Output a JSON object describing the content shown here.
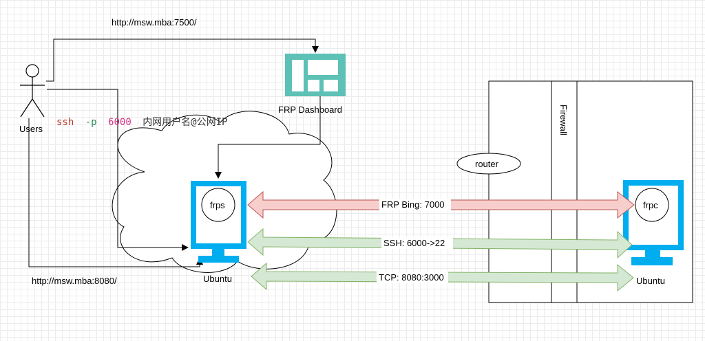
{
  "actor": {
    "label": "Users"
  },
  "urls": {
    "dashboard_url": "http://msw.mba:7500/",
    "web_url": "http://msw.mba:8080/"
  },
  "ssh_command": {
    "cmd": "ssh",
    "flag": "-p",
    "port": "6000",
    "rest": "内网用户名@公网IP"
  },
  "dashboard": {
    "label": "FRP Dashboard"
  },
  "server": {
    "circle_label": "frps",
    "os_label": "Ubuntu"
  },
  "client": {
    "circle_label": "frpc",
    "os_label": "Ubuntu"
  },
  "router": {
    "label": "router"
  },
  "firewall": {
    "label": "Firewall"
  },
  "tunnels": [
    {
      "label": "FRP Bing: 7000",
      "color": "#f8cecc",
      "stroke": "#b85450"
    },
    {
      "label": "SSH: 6000->22",
      "color": "#d5e8d4",
      "stroke": "#82b366"
    },
    {
      "label": "TCP: 8080:3000",
      "color": "#d5e8d4",
      "stroke": "#82b366"
    }
  ],
  "colors": {
    "monitor": "#00aeef",
    "dashboard_icon": "#5dc1b5",
    "ssh_cmd": "#c0392b",
    "ssh_flag": "#2e8b57",
    "ssh_port": "#d63384"
  }
}
